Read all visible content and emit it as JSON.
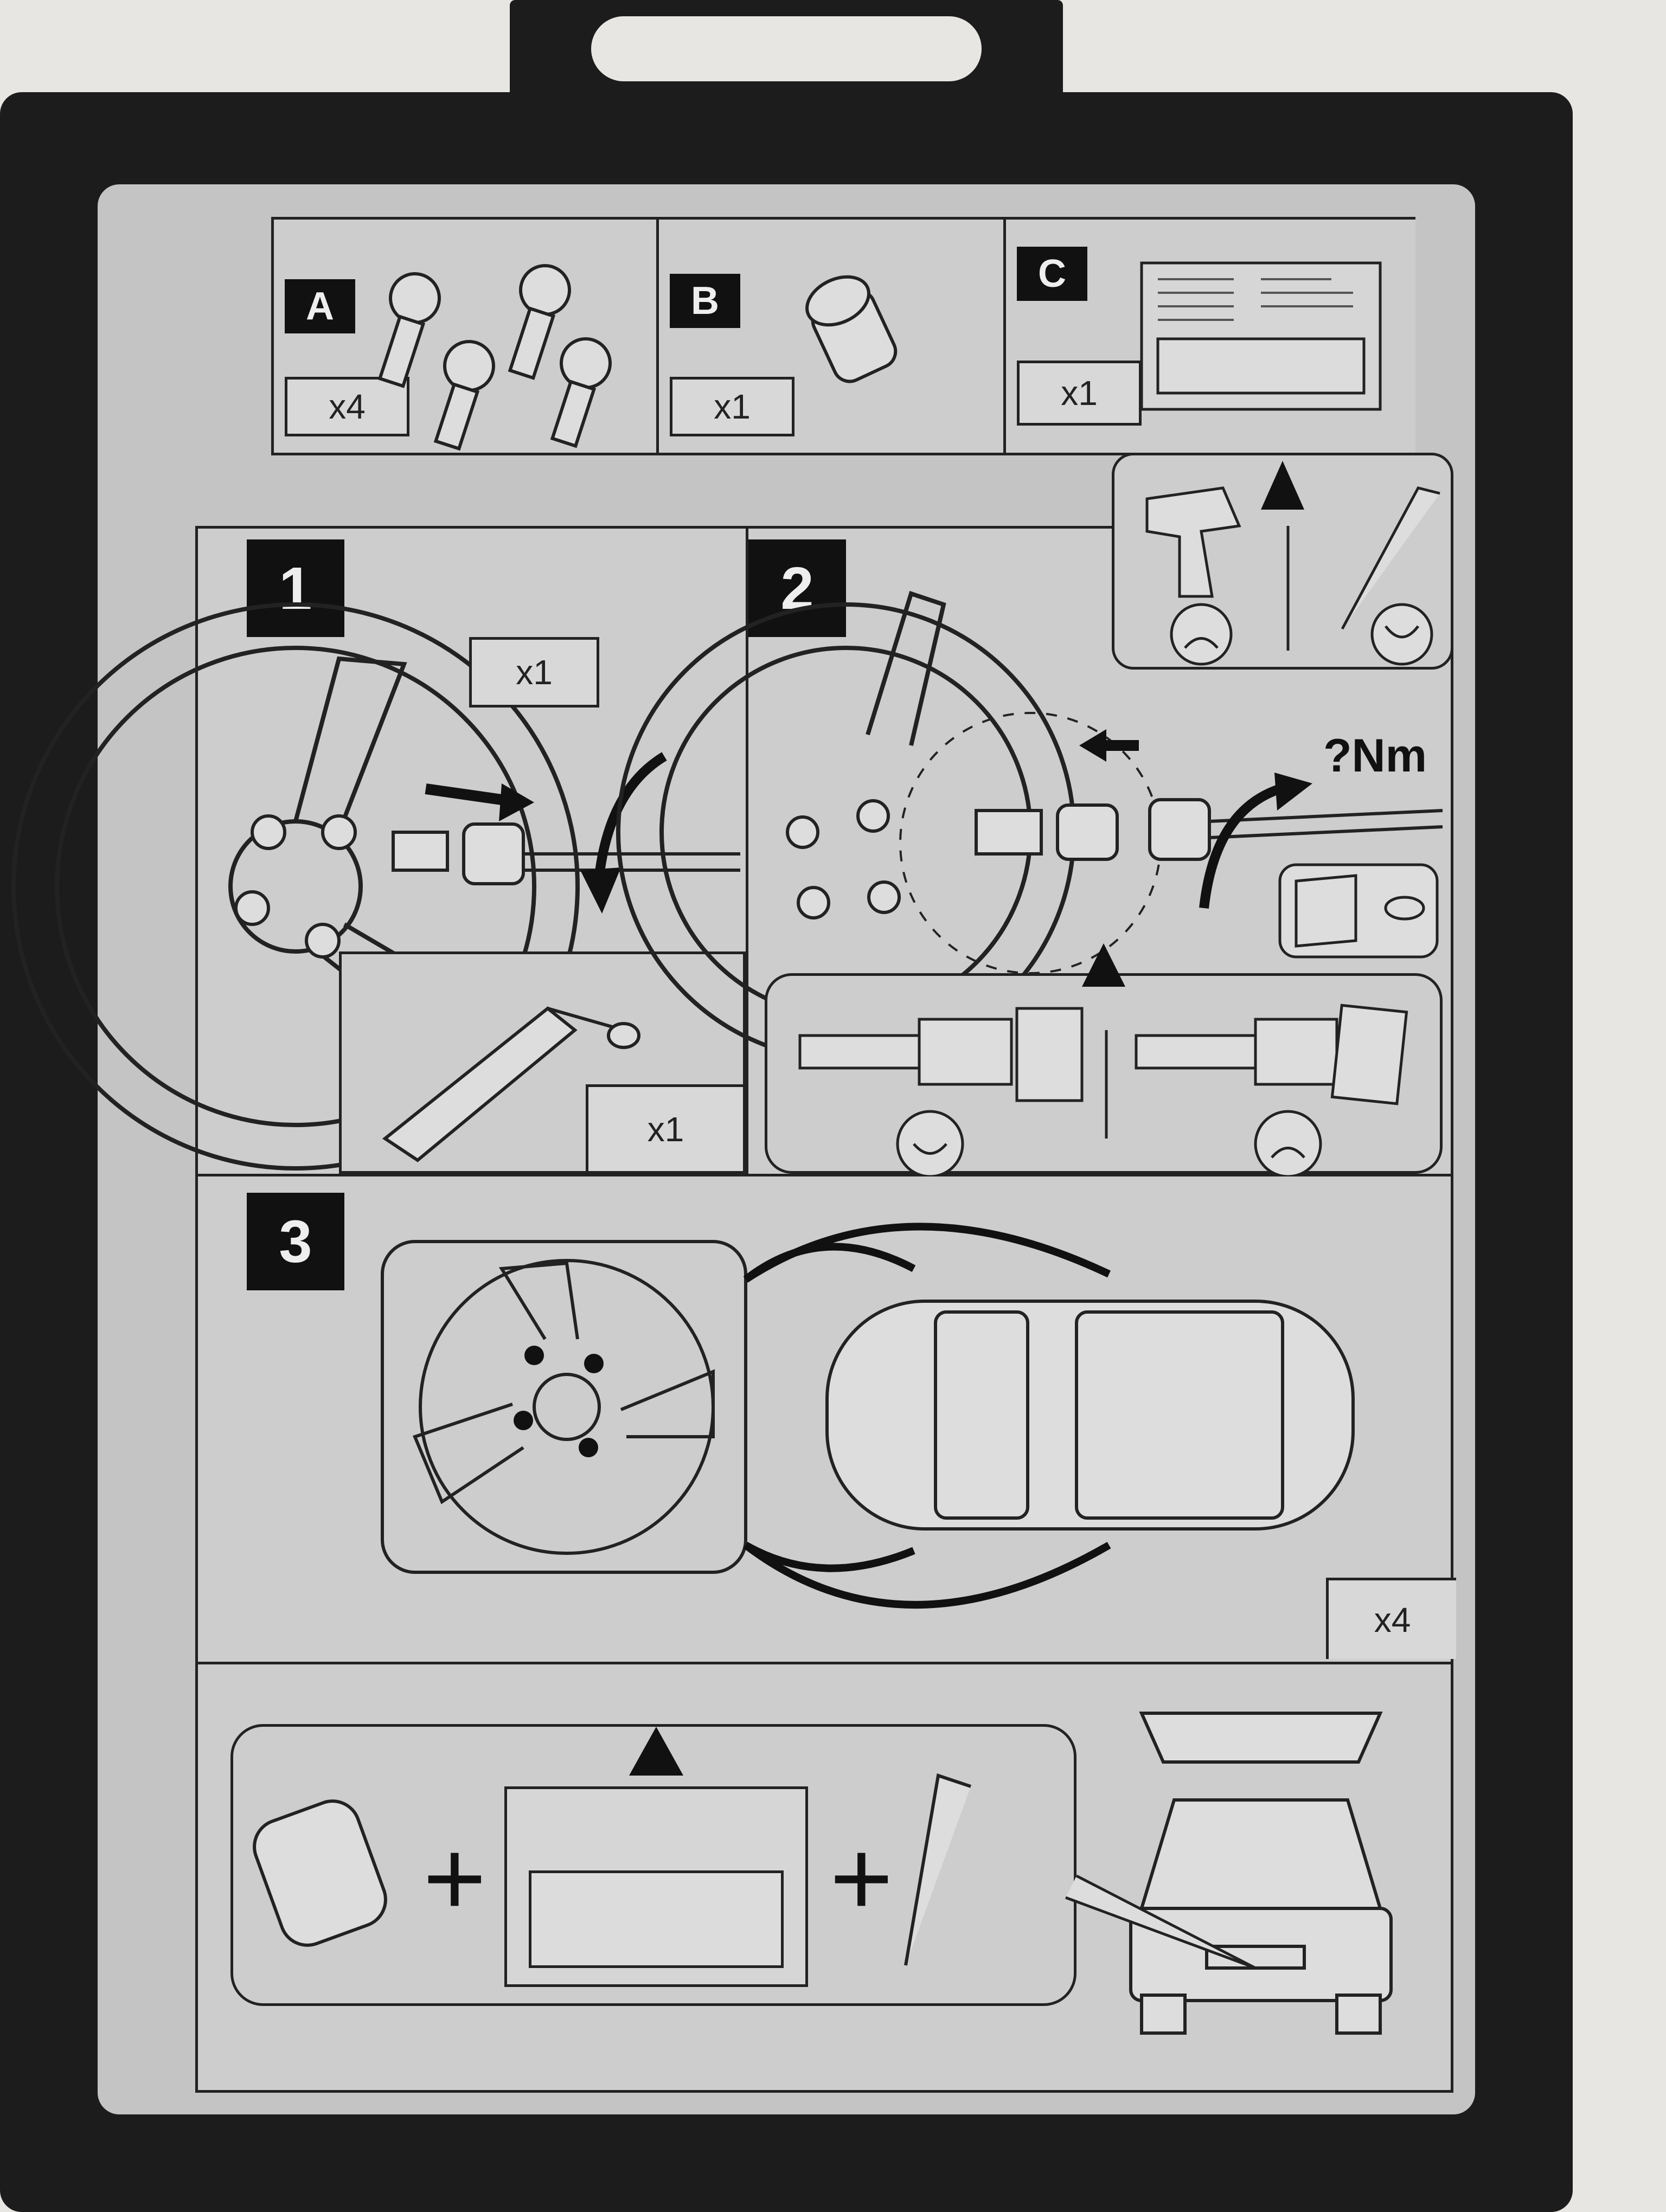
{
  "parts": [
    {
      "letter": "A",
      "qty": "x4",
      "icon": "locking-bolt-icon"
    },
    {
      "letter": "B",
      "qty": "x1",
      "icon": "key-socket-icon"
    },
    {
      "letter": "C",
      "qty": "x1",
      "icon": "code-card-icon"
    }
  ],
  "steps": [
    {
      "number": "1",
      "qty_top": "x1",
      "qty_bottom": "x1"
    },
    {
      "number": "2",
      "torque_label": "?Nm"
    },
    {
      "number": "3",
      "qty": "x4"
    }
  ],
  "colors": {
    "tray": "#1c1c1c",
    "card": "#c4c4c4",
    "ink": "#111111"
  }
}
